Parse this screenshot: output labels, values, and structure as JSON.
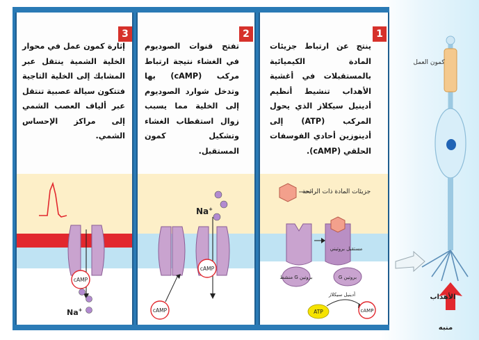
{
  "colors": {
    "frame": "#2a7ab5",
    "cytoplasm_yellow": "#fdefc8",
    "membrane_blue": "#bfe3f3",
    "membrane_red": "#e2282e",
    "channel_purple": "#c9a3cf",
    "receptor_purple": "#b98fc4",
    "odorant_pink": "#f3a08c",
    "atp_yellow": "#f6e300",
    "badge_red": "#d6312b"
  },
  "panels": [
    {
      "number": "1",
      "text": "ينتج عن ارتباط جزيئات المادة الكيميائية بالمستقبلات في أغشية الأهداب تنشيط أنظيم أدينيل سيكلاز الذي يحول المركب (ATP) إلى أدينوزين أحادي الفوسفات الحلقي (cAMP).",
      "labels": {
        "odorant": "جزيئات المادة ذات الرائحة",
        "receptor": "مستقبل بروتيني",
        "g_active": "بروتين G منشط",
        "g_protein": "بروتين G",
        "adenylyl": "أدينيل سيكلاز",
        "atp": "ATP",
        "camp": "cAMP"
      }
    },
    {
      "number": "2",
      "text": "تفتح قنوات الصوديوم في الغشاء نتيجة ارتباط مركب (cAMP) بها وتدخل شوارد الصوديوم إلى الخلية مما يسبب زوال استقطاب الغشاء وتشكيل كمون المستقبل.",
      "labels": {
        "na": "Na",
        "na_sup": "+",
        "camp_left": "cAMP",
        "camp_right": "cAMP"
      }
    },
    {
      "number": "3",
      "text": "إثارة كمون عمل في محوار الخلية الشمية ينتقل عبر المشابك إلى الخلية التاجية فتتكون سيالة عصبية تنتقل عبر ألياف العصب الشمي إلى مراكز الإحساس الشمي.",
      "labels": {
        "na": "Na",
        "na_sup": "+",
        "camp": "cAMP"
      }
    }
  ],
  "neuron": {
    "action_potential_label": "كمون العمل",
    "cilia_label": "الأهداب",
    "stimulus_label": "منبه"
  }
}
